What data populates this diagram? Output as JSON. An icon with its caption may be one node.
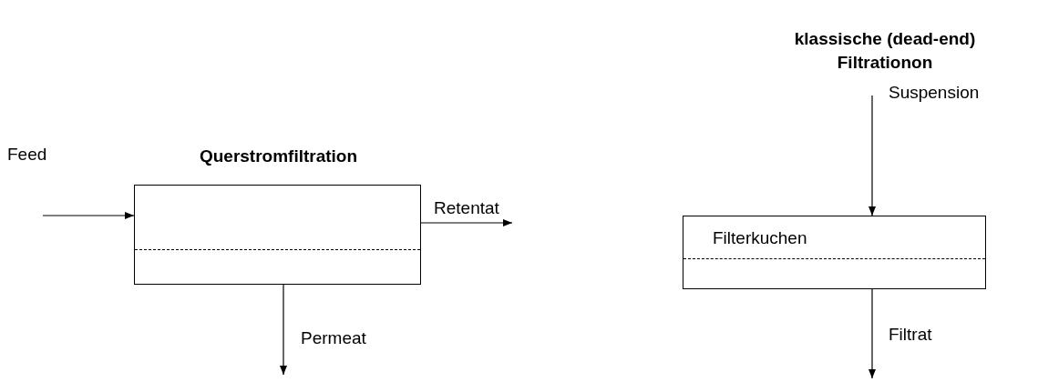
{
  "diagram": {
    "nodes": [
      {
        "text": [
          "Querstromfiltration"
        ]
      },
      {
        "text": [
          "Filterkuchen"
        ]
      }
    ],
    "labels": [
      "klassische (dead-end) Filtrationon"
    ],
    "edges": [
      {
        "from": null,
        "to": 0,
        "arrow": "to",
        "label": "Feed"
      },
      {
        "from": 0,
        "to": null,
        "arrow": "to",
        "label": "Retentat"
      },
      {
        "from": 0,
        "to": null,
        "arrow": "to",
        "label": "Permeat"
      },
      {
        "from": null,
        "to": 1,
        "arrow": "to",
        "label": "Suspension"
      },
      {
        "from": 1,
        "to": null,
        "arrow": "to",
        "label": "Filtrat"
      }
    ]
  }
}
